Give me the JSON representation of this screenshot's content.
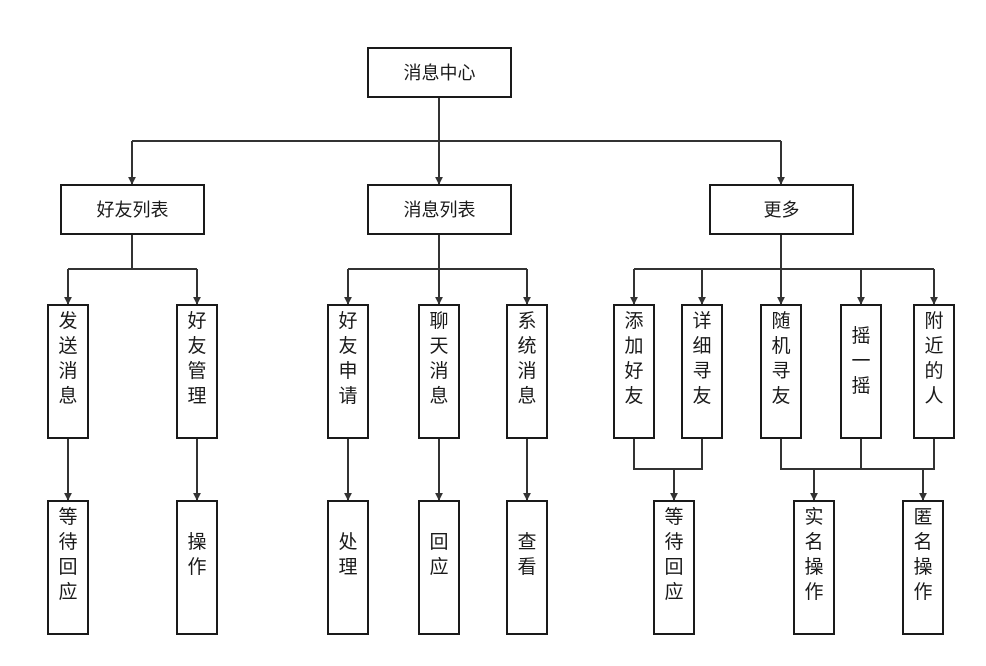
{
  "nodes": [
    {
      "id": "root",
      "label": "消息中心"
    },
    {
      "id": "friend-list",
      "label": "好友列表"
    },
    {
      "id": "message-list",
      "label": "消息列表"
    },
    {
      "id": "more",
      "label": "更多"
    },
    {
      "id": "send-message",
      "label": "发送消息"
    },
    {
      "id": "friend-manage",
      "label": "好友管理"
    },
    {
      "id": "friend-request",
      "label": "好友申请"
    },
    {
      "id": "chat-message",
      "label": "聊天消息"
    },
    {
      "id": "system-message",
      "label": "系统消息"
    },
    {
      "id": "add-friend",
      "label": "添加好友"
    },
    {
      "id": "detail-find-friend",
      "label": "详细寻友"
    },
    {
      "id": "random-find-friend",
      "label": "随机寻友"
    },
    {
      "id": "shake",
      "label": "摇一摇"
    },
    {
      "id": "nearby-people",
      "label": "附近的人"
    },
    {
      "id": "wait-reply-1",
      "label": "等待回应"
    },
    {
      "id": "operate",
      "label": "操作"
    },
    {
      "id": "handle",
      "label": "处理"
    },
    {
      "id": "reply",
      "label": "回应"
    },
    {
      "id": "view",
      "label": "查看"
    },
    {
      "id": "wait-reply-2",
      "label": "等待回应"
    },
    {
      "id": "real-name-operate",
      "label": "实名操作"
    },
    {
      "id": "anonymous-operate",
      "label": "匿名操作"
    }
  ],
  "edges": [
    {
      "from": "root",
      "to": "friend-list"
    },
    {
      "from": "root",
      "to": "message-list"
    },
    {
      "from": "root",
      "to": "more"
    },
    {
      "from": "friend-list",
      "to": "send-message"
    },
    {
      "from": "friend-list",
      "to": "friend-manage"
    },
    {
      "from": "message-list",
      "to": "friend-request"
    },
    {
      "from": "message-list",
      "to": "chat-message"
    },
    {
      "from": "message-list",
      "to": "system-message"
    },
    {
      "from": "more",
      "to": "add-friend"
    },
    {
      "from": "more",
      "to": "detail-find-friend"
    },
    {
      "from": "more",
      "to": "random-find-friend"
    },
    {
      "from": "more",
      "to": "shake"
    },
    {
      "from": "more",
      "to": "nearby-people"
    },
    {
      "from": "send-message",
      "to": "wait-reply-1"
    },
    {
      "from": "friend-manage",
      "to": "operate"
    },
    {
      "from": "friend-request",
      "to": "handle"
    },
    {
      "from": "chat-message",
      "to": "reply"
    },
    {
      "from": "system-message",
      "to": "view"
    },
    {
      "from": [
        "add-friend",
        "detail-find-friend"
      ],
      "to": "wait-reply-2"
    },
    {
      "from": [
        "random-find-friend",
        "shake",
        "nearby-people"
      ],
      "to": "real-name-operate"
    },
    {
      "from": [
        "random-find-friend",
        "shake",
        "nearby-people"
      ],
      "to": "anonymous-operate"
    }
  ]
}
